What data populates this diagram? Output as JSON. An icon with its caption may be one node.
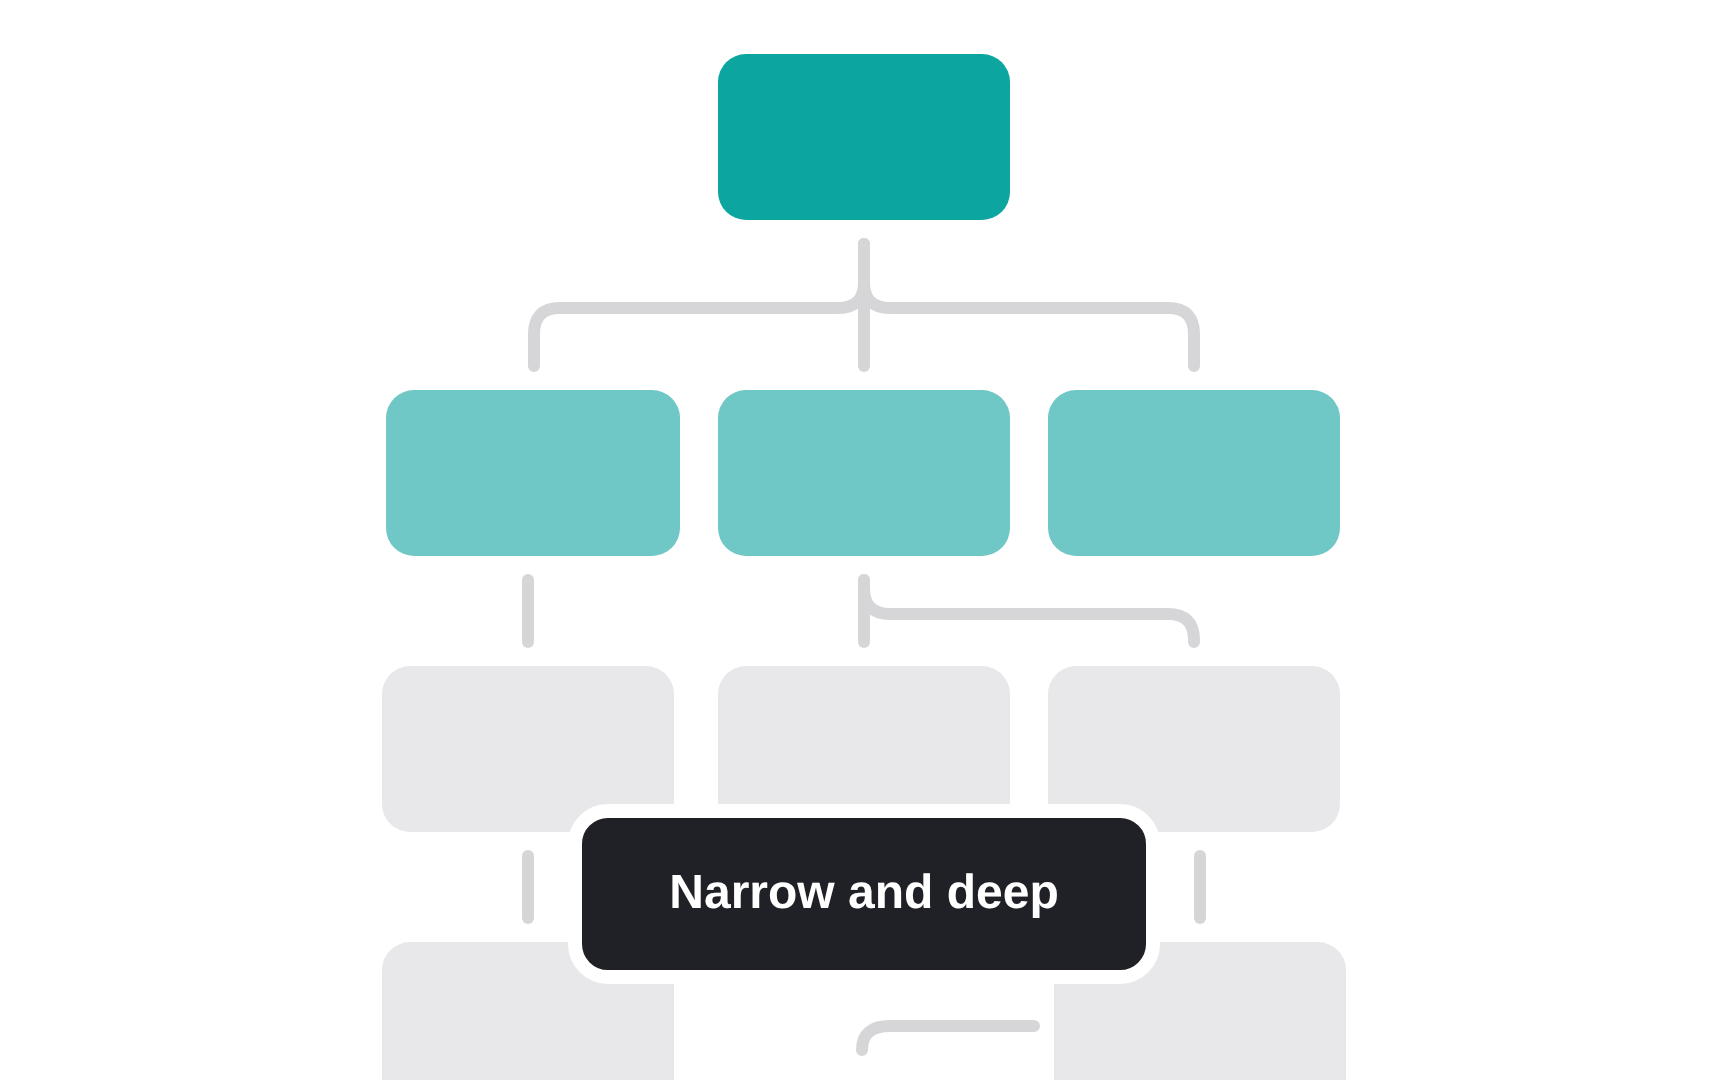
{
  "diagram": {
    "nodes": [
      {
        "text": [],
        "shape": "box"
      },
      {
        "text": [],
        "shape": "box"
      },
      {
        "text": [],
        "shape": "box"
      },
      {
        "text": [],
        "shape": "box"
      },
      {
        "text": [],
        "shape": "box"
      },
      {
        "text": [],
        "shape": "box"
      },
      {
        "text": [],
        "shape": "box"
      },
      {
        "text": [],
        "shape": "box"
      },
      {
        "text": [],
        "shape": "box"
      },
      {
        "text": [
          "Narrow and deep"
        ]
      }
    ],
    "edges": [
      {
        "from": 0,
        "to": 1,
        "arrow": "none"
      },
      {
        "from": 0,
        "to": 2,
        "arrow": "none"
      },
      {
        "from": 0,
        "to": 3,
        "arrow": "none"
      },
      {
        "from": 1,
        "to": 4,
        "arrow": "none"
      },
      {
        "from": 2,
        "to": 5,
        "arrow": "none"
      },
      {
        "from": 2,
        "to": 6,
        "arrow": "none"
      },
      {
        "from": 4,
        "to": 7,
        "arrow": "none"
      },
      {
        "from": 6,
        "to": 8,
        "arrow": "none"
      },
      {
        "from": null,
        "to": 8,
        "arrow": "none"
      }
    ]
  }
}
